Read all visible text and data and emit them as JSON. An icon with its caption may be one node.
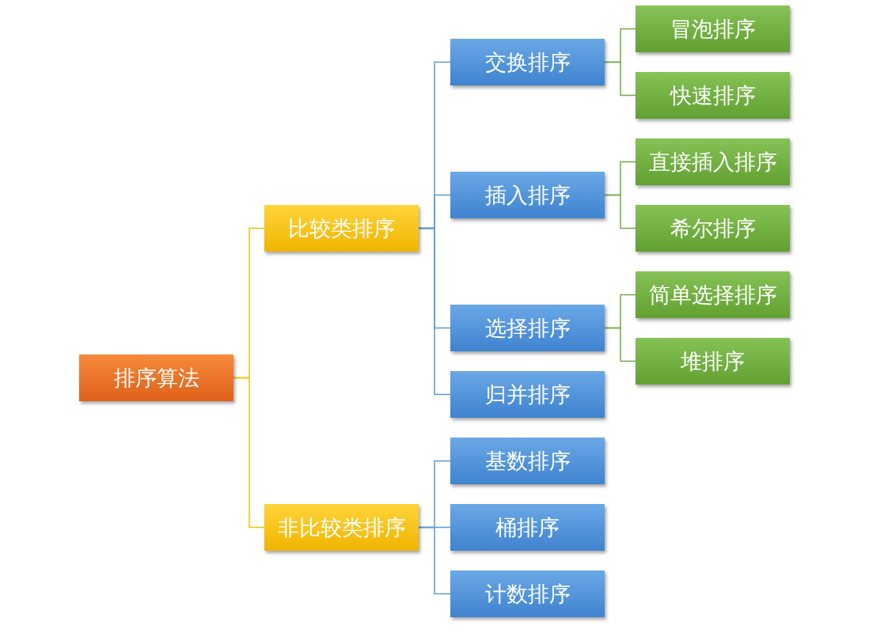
{
  "diagram": {
    "nodes": [
      {
        "text": [
          "排序算法"
        ]
      },
      {
        "text": [
          "比较类排序"
        ]
      },
      {
        "text": [
          "非比较类排序"
        ]
      },
      {
        "text": [
          "交换排序"
        ]
      },
      {
        "text": [
          "插入排序"
        ]
      },
      {
        "text": [
          "选择排序"
        ]
      },
      {
        "text": [
          "归并排序"
        ]
      },
      {
        "text": [
          "基数排序"
        ]
      },
      {
        "text": [
          "桶排序"
        ]
      },
      {
        "text": [
          "计数排序"
        ]
      },
      {
        "text": [
          "冒泡排序"
        ]
      },
      {
        "text": [
          "快速排序"
        ]
      },
      {
        "text": [
          "直接插入排序"
        ]
      },
      {
        "text": [
          "希尔排序"
        ]
      },
      {
        "text": [
          "简单选择排序"
        ]
      },
      {
        "text": [
          "堆排序"
        ]
      }
    ],
    "edges": [
      {
        "from": 0,
        "to": 1,
        "arrow": "none",
        "color": "#f5c000"
      },
      {
        "from": 0,
        "to": 2,
        "arrow": "none",
        "color": "#f5c000"
      },
      {
        "from": 1,
        "to": 3,
        "arrow": "none"
      },
      {
        "from": 1,
        "to": 4,
        "arrow": "none"
      },
      {
        "from": 1,
        "to": 5,
        "arrow": "none"
      },
      {
        "from": 1,
        "to": 6,
        "arrow": "none"
      },
      {
        "from": 2,
        "to": 7,
        "arrow": "none"
      },
      {
        "from": 2,
        "to": 8,
        "arrow": "none"
      },
      {
        "from": 2,
        "to": 9,
        "arrow": "none"
      },
      {
        "from": 3,
        "to": 10,
        "arrow": "none",
        "color": "#70ad47"
      },
      {
        "from": 3,
        "to": 11,
        "arrow": "none",
        "color": "#70ad47"
      },
      {
        "from": 4,
        "to": 12,
        "arrow": "none",
        "color": "#70ad47"
      },
      {
        "from": 4,
        "to": 13,
        "arrow": "none",
        "color": "#70ad47"
      },
      {
        "from": 5,
        "to": 14,
        "arrow": "none",
        "color": "#70ad47"
      },
      {
        "from": 5,
        "to": 15,
        "arrow": "none",
        "color": "#70ad47"
      }
    ]
  }
}
